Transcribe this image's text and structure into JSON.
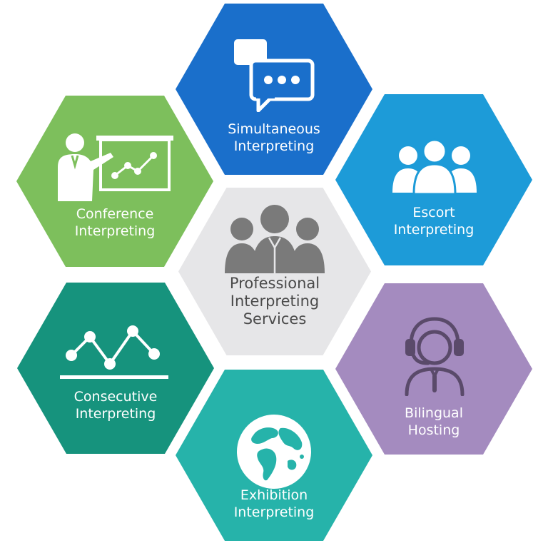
{
  "center": {
    "lines": [
      "Professional",
      "Interpreting",
      "Services"
    ],
    "icon": "group-people-icon",
    "color": "#e6e6e8",
    "text_color": "#4a4a4a",
    "icon_color": "#7a7a7a"
  },
  "hexes": [
    {
      "id": "simultaneous",
      "lines": [
        "Simultaneous",
        "Interpreting"
      ],
      "icon": "chat-bubbles-icon",
      "color": "#1a6fcb"
    },
    {
      "id": "escort",
      "lines": [
        "Escort",
        "Interpreting"
      ],
      "icon": "people-icon",
      "color": "#1d9bd8"
    },
    {
      "id": "bilingual",
      "lines": [
        "Bilingual",
        "Hosting"
      ],
      "icon": "headset-person-icon",
      "color": "#a48bbf"
    },
    {
      "id": "exhibition",
      "lines": [
        "Exhibition",
        "Interpreting"
      ],
      "icon": "globe-icon",
      "color": "#26b3aa"
    },
    {
      "id": "consecutive",
      "lines": [
        "Consecutive",
        "Interpreting"
      ],
      "icon": "line-graph-icon",
      "color": "#16937d"
    },
    {
      "id": "conference",
      "lines": [
        "Conference",
        "Interpreting"
      ],
      "icon": "presenter-board-icon",
      "color": "#7dbf5c"
    }
  ]
}
